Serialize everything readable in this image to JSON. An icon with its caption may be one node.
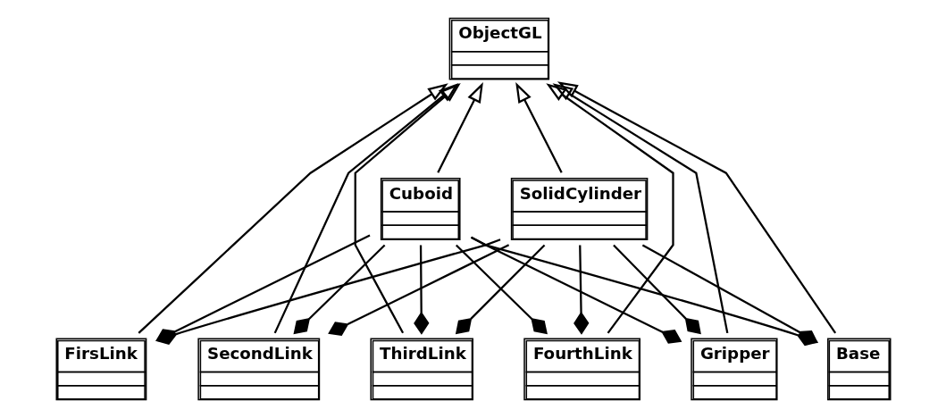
{
  "diagram": {
    "nodes": [
      {
        "text": [
          "ObjectGL"
        ]
      },
      {
        "text": [
          "Cuboid"
        ]
      },
      {
        "text": [
          "SolidCylinder"
        ]
      },
      {
        "text": [
          "FirsLink"
        ]
      },
      {
        "text": [
          "SecondLink"
        ]
      },
      {
        "text": [
          "ThirdLink"
        ]
      },
      {
        "text": [
          "FourthLink"
        ]
      },
      {
        "text": [
          "Gripper"
        ]
      },
      {
        "text": [
          "Base"
        ]
      }
    ],
    "edges": [
      {
        "from": 1,
        "to": 0,
        "arrow": "to"
      },
      {
        "from": 2,
        "to": 0,
        "arrow": "to"
      },
      {
        "from": 3,
        "to": 0,
        "arrow": "to"
      },
      {
        "from": 4,
        "to": 0,
        "arrow": "to"
      },
      {
        "from": 5,
        "to": 0,
        "arrow": "to"
      },
      {
        "from": 6,
        "to": 0,
        "arrow": "to"
      },
      {
        "from": 7,
        "to": 0,
        "arrow": "to"
      },
      {
        "from": 8,
        "to": 0,
        "arrow": "to"
      },
      {
        "from": 3,
        "to": 2,
        "arrow": "other"
      },
      {
        "from": 4,
        "to": 2,
        "arrow": "other"
      },
      {
        "from": 5,
        "to": 2,
        "arrow": "other"
      },
      {
        "from": 6,
        "to": 2,
        "arrow": "other"
      },
      {
        "from": 7,
        "to": 2,
        "arrow": "other"
      },
      {
        "from": 8,
        "to": 2,
        "arrow": "other"
      },
      {
        "from": 3,
        "to": 1,
        "arrow": "other"
      },
      {
        "from": 4,
        "to": 1,
        "arrow": "other"
      },
      {
        "from": 5,
        "to": 1,
        "arrow": "other"
      },
      {
        "from": 6,
        "to": 1,
        "arrow": "other"
      },
      {
        "from": 7,
        "to": 1,
        "arrow": "other"
      },
      {
        "from": 8,
        "to": 1,
        "arrow": "other"
      }
    ]
  }
}
